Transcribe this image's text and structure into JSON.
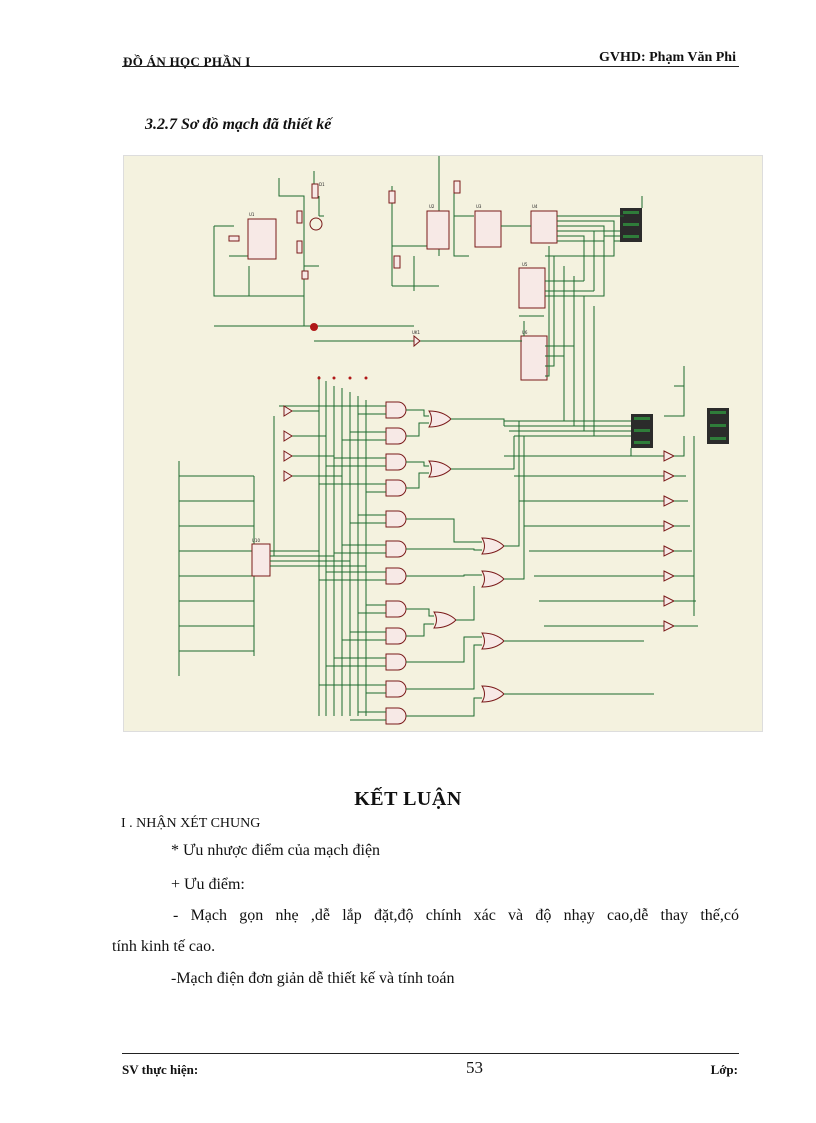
{
  "header": {
    "left": "ĐỒ ÁN HỌC PHẦN I",
    "right": "GVHD: Phạm Văn Phi"
  },
  "section_title": "3.2.7 Sơ đồ mạch đã thiết kế",
  "conclusion": {
    "heading": "KẾT LUẬN",
    "subheading": "I . NHẬN XÉT CHUNG",
    "line1": "* Ưu nhược điểm của mạch điện",
    "line2": "+  Ưu điểm:",
    "line3": "- Mạch gọn nhẹ ,dễ lắp đặt,độ chính xác và độ nhạy cao,dễ thay thế,có",
    "line4": "tính kinh tế cao.",
    "line5": "-Mạch điện đơn giản dễ thiết kế và tính toán"
  },
  "footer": {
    "left": "SV thực hiện:",
    "page_number": "53",
    "right": "Lớp:"
  }
}
